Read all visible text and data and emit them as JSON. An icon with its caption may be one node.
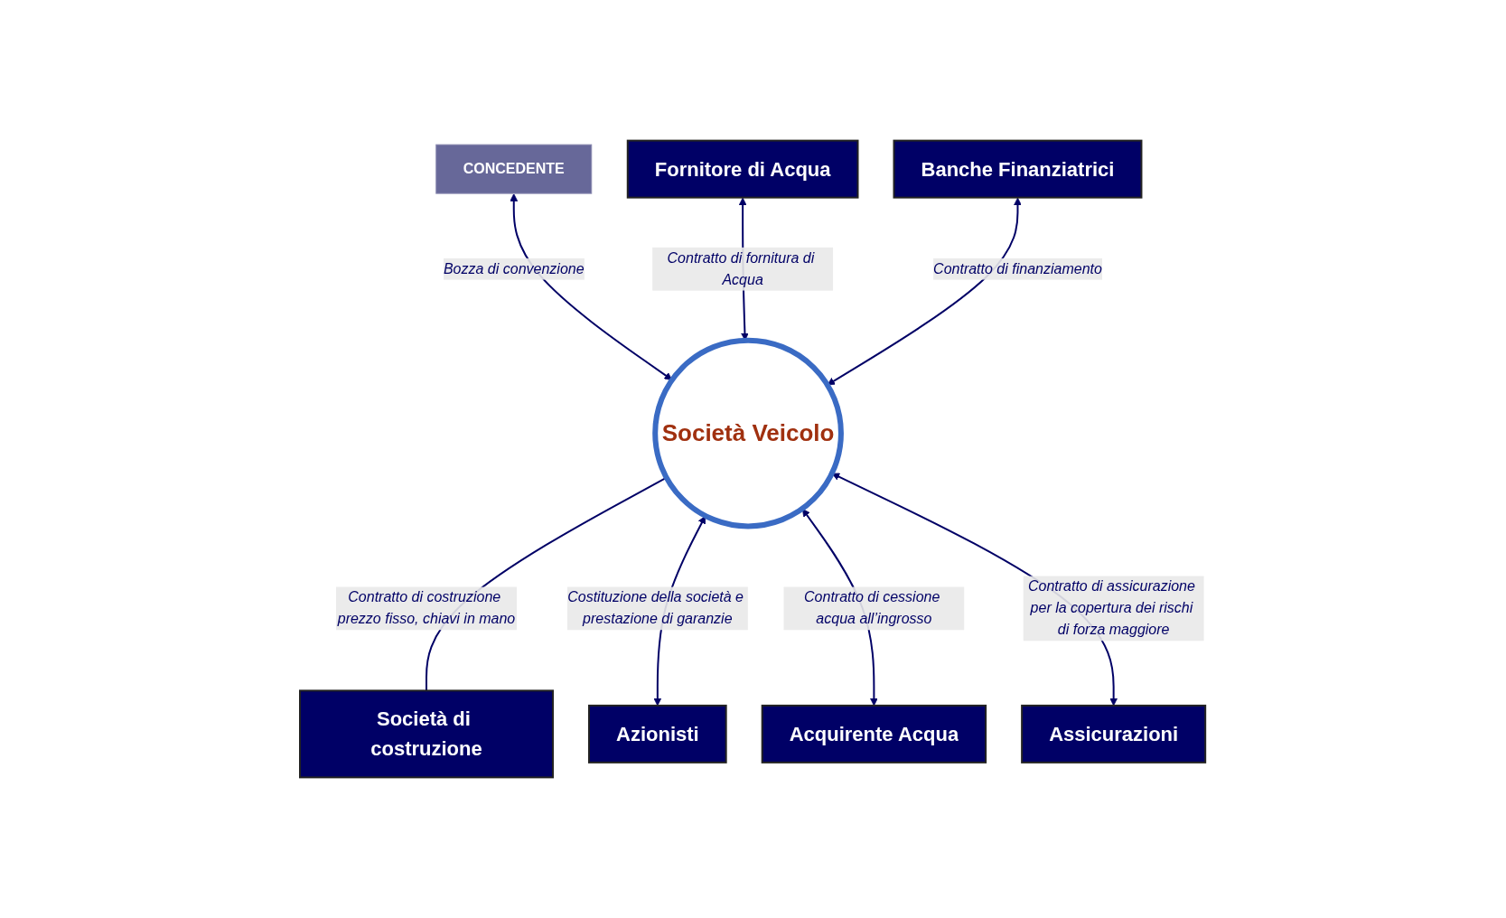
{
  "diagram": {
    "nodes": [
      {
        "text": [
          "Fornitore di Acqua"
        ]
      },
      {
        "text": [
          "CONCEDENTE"
        ]
      },
      {
        "text": [
          "Banche Finanziatrici"
        ]
      },
      {
        "text": [
          "Società di costruzione"
        ]
      },
      {
        "text": [
          "Società Veicolo"
        ]
      },
      {
        "text": [
          "Azionisti"
        ]
      },
      {
        "text": [
          "Acquirente Acqua"
        ]
      },
      {
        "text": [
          "Assicurazioni"
        ]
      }
    ],
    "edges": [
      {
        "from": 1,
        "to": 4,
        "arrow": "both",
        "label": "Bozza di convenzione"
      },
      {
        "from": 0,
        "to": 4,
        "arrow": "both",
        "label": "Contratto di fornitura di Acqua"
      },
      {
        "from": 2,
        "to": 4,
        "arrow": "both",
        "label": "Contratto di finanziamento"
      },
      {
        "from": 4,
        "to": 3,
        "arrow": "none",
        "label": "Contratto di costruzione prezzo fisso, chiavi in mano"
      },
      {
        "from": 4,
        "to": 5,
        "arrow": "both",
        "label": "Costituzione della società e prestazione di garanzie"
      },
      {
        "from": 4,
        "to": 6,
        "arrow": "both",
        "label": "Contratto di cessione acqua all’ingrosso"
      },
      {
        "from": 4,
        "to": 7,
        "arrow": "both",
        "label": "Contratto di assicurazione per la copertura dei rischi di forza maggiore"
      }
    ]
  }
}
